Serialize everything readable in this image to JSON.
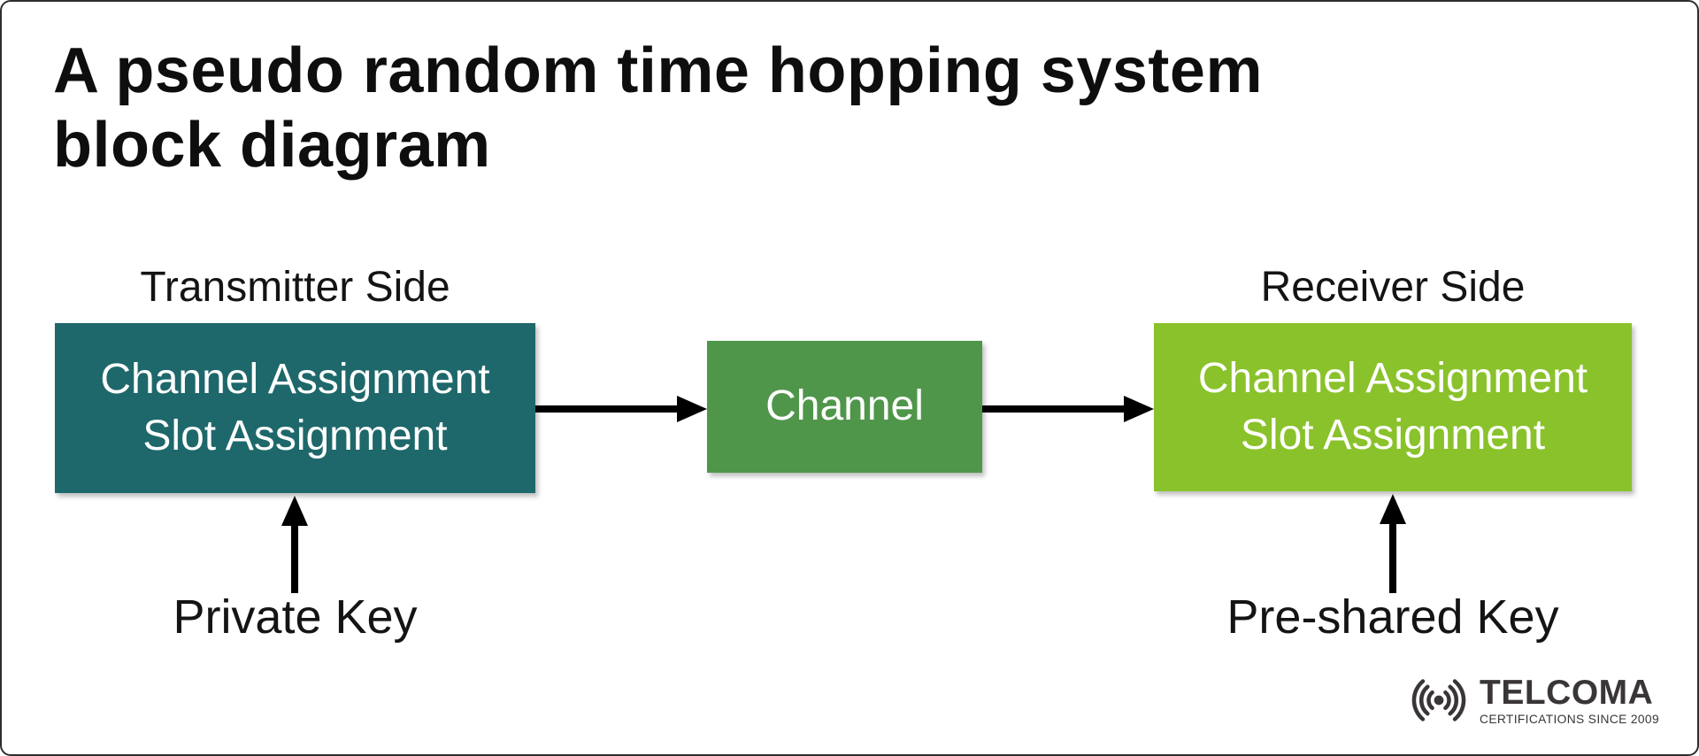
{
  "title": {
    "lines": [
      "A pseudo random time hopping system",
      "block diagram"
    ]
  },
  "transmitter": {
    "side_label": "Transmitter Side",
    "box_lines": [
      "Channel Assignment",
      "Slot Assignment"
    ],
    "key_label": "Private Key",
    "box_color": "#1e686b"
  },
  "channel": {
    "box_label": "Channel",
    "box_color": "#4f964a"
  },
  "receiver": {
    "side_label": "Receiver Side",
    "box_lines": [
      "Channel Assignment",
      "Slot Assignment"
    ],
    "key_label": "Pre-shared Key",
    "box_color": "#8ac22b"
  },
  "diagram": {
    "box_text_color": "#ffffff",
    "arrow_color": "#000000",
    "label_color": "#141414"
  },
  "logo": {
    "brand": "TELCOMA",
    "tagline": "CERTIFICATIONS SINCE 2009",
    "color": "#3a3537"
  }
}
